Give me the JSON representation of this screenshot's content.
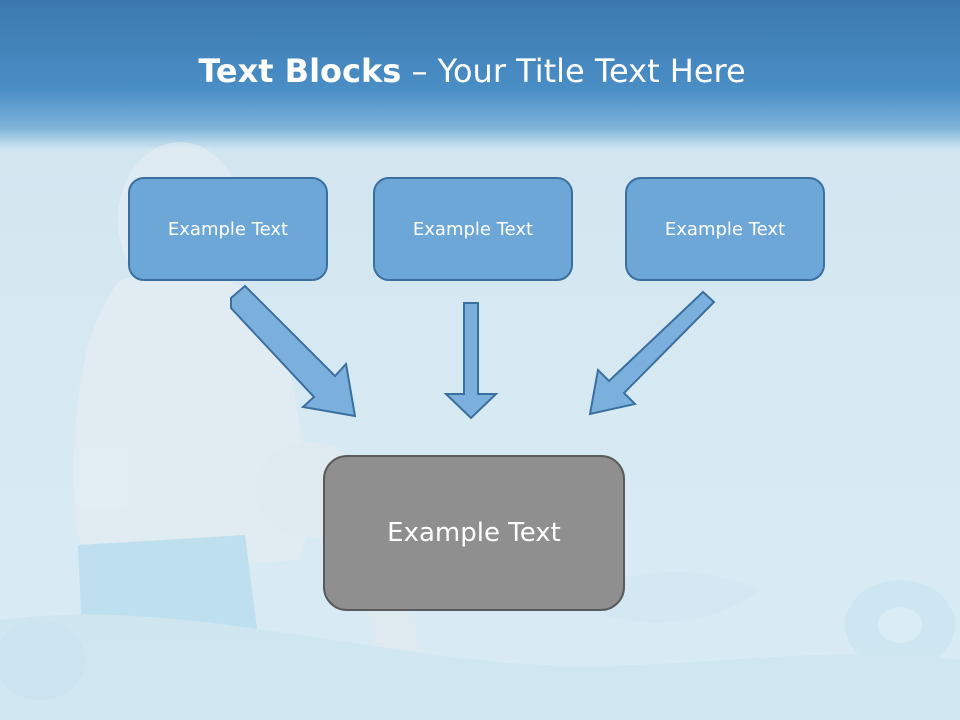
{
  "slide": {
    "title_bold": "Text Blocks",
    "title_rest": " – Your Title Text Here",
    "boxes": [
      "Example Text",
      "Example Text",
      "Example Text"
    ],
    "center_box": "Example Text"
  },
  "colors": {
    "header": "#4a8ec6",
    "box_fill": "#6da7d8",
    "box_border": "#3b6fa0",
    "center_fill": "#8f8f8f",
    "arrow_fill": "#7cb0dc",
    "arrow_stroke": "#3b6fa0"
  }
}
